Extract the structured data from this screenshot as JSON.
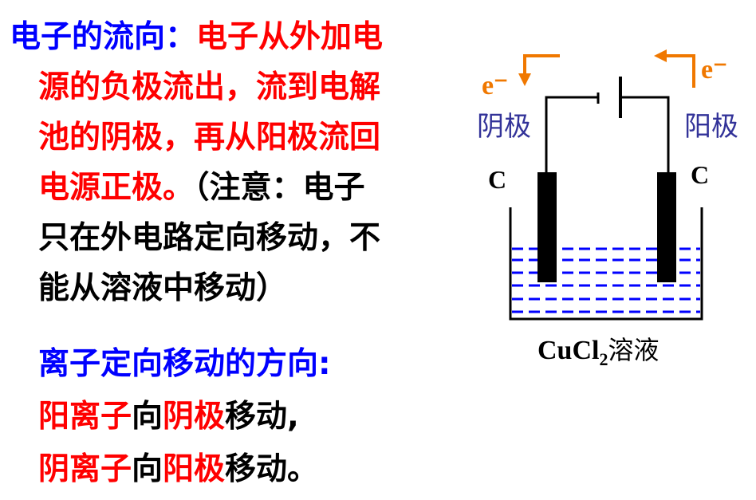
{
  "text": {
    "line1_head": "电子的流向：",
    "line1_tail": "电子从外加电",
    "line2": "源的负极流出，流到电解",
    "line3": "池的阴极，再从阳极流回",
    "line4_red": "电源正极。",
    "line4_black": "（注意：电子",
    "line5": "只在外电路定向移动，不",
    "line6": "能从溶液中移动）",
    "ion_heading": "离子定向移动的方向:",
    "ion1": {
      "a": "阳离子",
      "b": "向",
      "c": "阴极",
      "d": "移动,"
    },
    "ion2": {
      "a": "阴离子",
      "b": "向",
      "c": "阳极",
      "d": "移动。"
    }
  },
  "diagram": {
    "electron_left": "e⁻",
    "electron_right": "e⁻",
    "cathode_label": "阴极",
    "anode_label": "阳极",
    "electrode_left": "C",
    "electrode_right": "C",
    "solution_formula": "CuCl",
    "solution_subscript": "2",
    "solution_suffix": "溶液",
    "colors": {
      "arrow": "#f07800",
      "label": "#333399",
      "water": "#0000ff",
      "text": "#000000"
    }
  }
}
